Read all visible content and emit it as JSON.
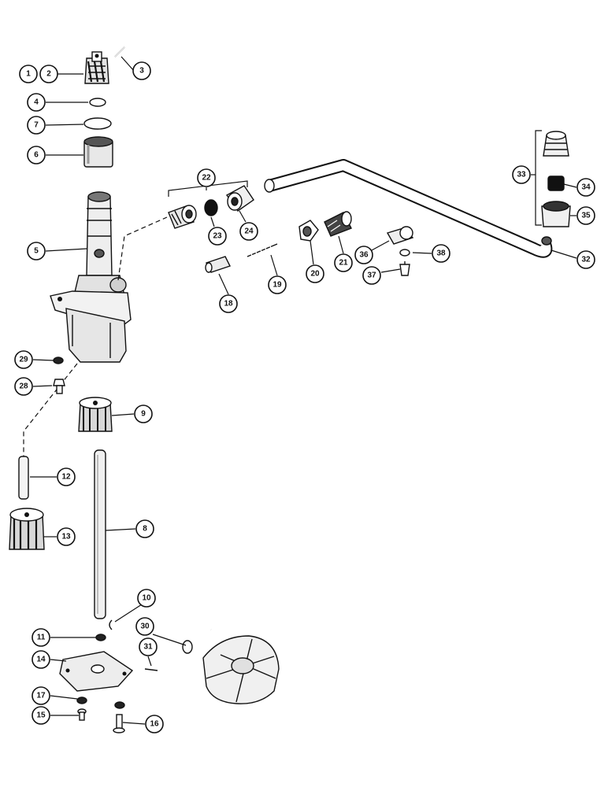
{
  "callouts": [
    {
      "id": "c1",
      "label": "1"
    },
    {
      "id": "c2",
      "label": "2"
    },
    {
      "id": "c3",
      "label": "3"
    },
    {
      "id": "c4",
      "label": "4"
    },
    {
      "id": "c7",
      "label": "7"
    },
    {
      "id": "c6",
      "label": "6"
    },
    {
      "id": "c5",
      "label": "5"
    },
    {
      "id": "c22",
      "label": "22"
    },
    {
      "id": "c23",
      "label": "23"
    },
    {
      "id": "c24",
      "label": "24"
    },
    {
      "id": "c18",
      "label": "18"
    },
    {
      "id": "c19",
      "label": "19"
    },
    {
      "id": "c20",
      "label": "20"
    },
    {
      "id": "c21",
      "label": "21"
    },
    {
      "id": "c36",
      "label": "36"
    },
    {
      "id": "c38",
      "label": "38"
    },
    {
      "id": "c37",
      "label": "37"
    },
    {
      "id": "c33",
      "label": "33"
    },
    {
      "id": "c34",
      "label": "34"
    },
    {
      "id": "c35",
      "label": "35"
    },
    {
      "id": "c32",
      "label": "32"
    },
    {
      "id": "c29",
      "label": "29"
    },
    {
      "id": "c28",
      "label": "28"
    },
    {
      "id": "c9",
      "label": "9"
    },
    {
      "id": "c12",
      "label": "12"
    },
    {
      "id": "c8",
      "label": "8"
    },
    {
      "id": "c13",
      "label": "13"
    },
    {
      "id": "c10",
      "label": "10"
    },
    {
      "id": "c11",
      "label": "11"
    },
    {
      "id": "c30",
      "label": "30"
    },
    {
      "id": "c31",
      "label": "31"
    },
    {
      "id": "c14",
      "label": "14"
    },
    {
      "id": "c17",
      "label": "17"
    },
    {
      "id": "c15",
      "label": "15"
    },
    {
      "id": "c16",
      "label": "16"
    }
  ]
}
